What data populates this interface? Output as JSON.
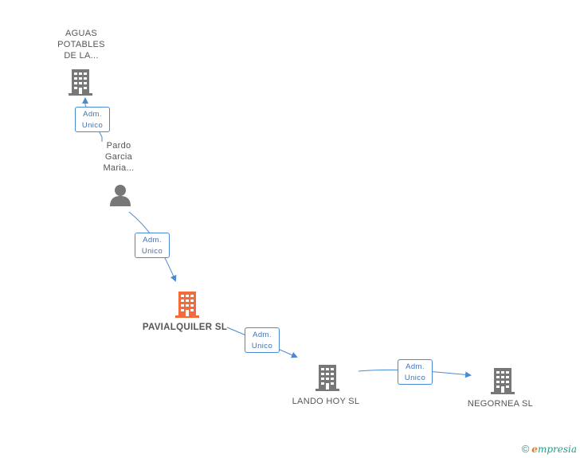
{
  "nodes": {
    "aguas": {
      "label_lines": [
        "AGUAS",
        "POTABLES",
        "DE LA..."
      ],
      "kind": "company"
    },
    "pardo": {
      "label_lines": [
        "Pardo",
        "Garcia",
        "Maria..."
      ],
      "kind": "person"
    },
    "pavialquiler": {
      "label": "PAVIALQUILER SL",
      "kind": "company",
      "highlight": true
    },
    "lando": {
      "label": "LANDO HOY SL",
      "kind": "company"
    },
    "negornea": {
      "label": "NEGORNEA SL",
      "kind": "company"
    }
  },
  "edges": [
    {
      "role_line1": "Adm.",
      "role_line2": "Unico"
    },
    {
      "role_line1": "Adm.",
      "role_line2": "Unico"
    },
    {
      "role_line1": "Adm.",
      "role_line2": "Unico"
    },
    {
      "role_line1": "Adm.",
      "role_line2": "Unico"
    }
  ],
  "footer": {
    "copyright": "©",
    "brand_first": "e",
    "brand_rest": "mpresia"
  },
  "colors": {
    "edge": "#4a8ad4",
    "company_icon": "#777777",
    "highlight_icon": "#f26b3a",
    "label": "#555555"
  }
}
